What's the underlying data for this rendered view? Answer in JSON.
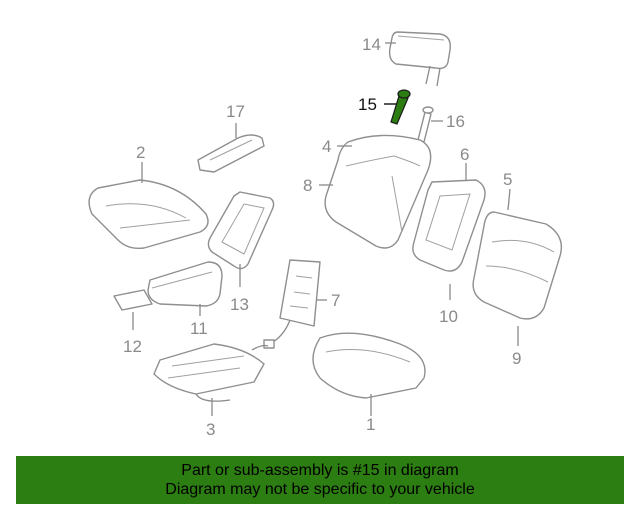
{
  "diagram": {
    "highlight_color": "#2c7d12",
    "callouts": [
      {
        "id": "1",
        "label": "1"
      },
      {
        "id": "2",
        "label": "2"
      },
      {
        "id": "3",
        "label": "3"
      },
      {
        "id": "4",
        "label": "4"
      },
      {
        "id": "5",
        "label": "5"
      },
      {
        "id": "6",
        "label": "6"
      },
      {
        "id": "7",
        "label": "7"
      },
      {
        "id": "8",
        "label": "8"
      },
      {
        "id": "9",
        "label": "9"
      },
      {
        "id": "10",
        "label": "10"
      },
      {
        "id": "11",
        "label": "11"
      },
      {
        "id": "12",
        "label": "12"
      },
      {
        "id": "13",
        "label": "13"
      },
      {
        "id": "14",
        "label": "14"
      },
      {
        "id": "15",
        "label": "15"
      },
      {
        "id": "16",
        "label": "16"
      },
      {
        "id": "17",
        "label": "17"
      }
    ]
  },
  "banner": {
    "line1": "Part or sub-assembly is #15 in diagram",
    "line2": "Diagram may not be specific to your vehicle",
    "background": "#2c7d12"
  }
}
